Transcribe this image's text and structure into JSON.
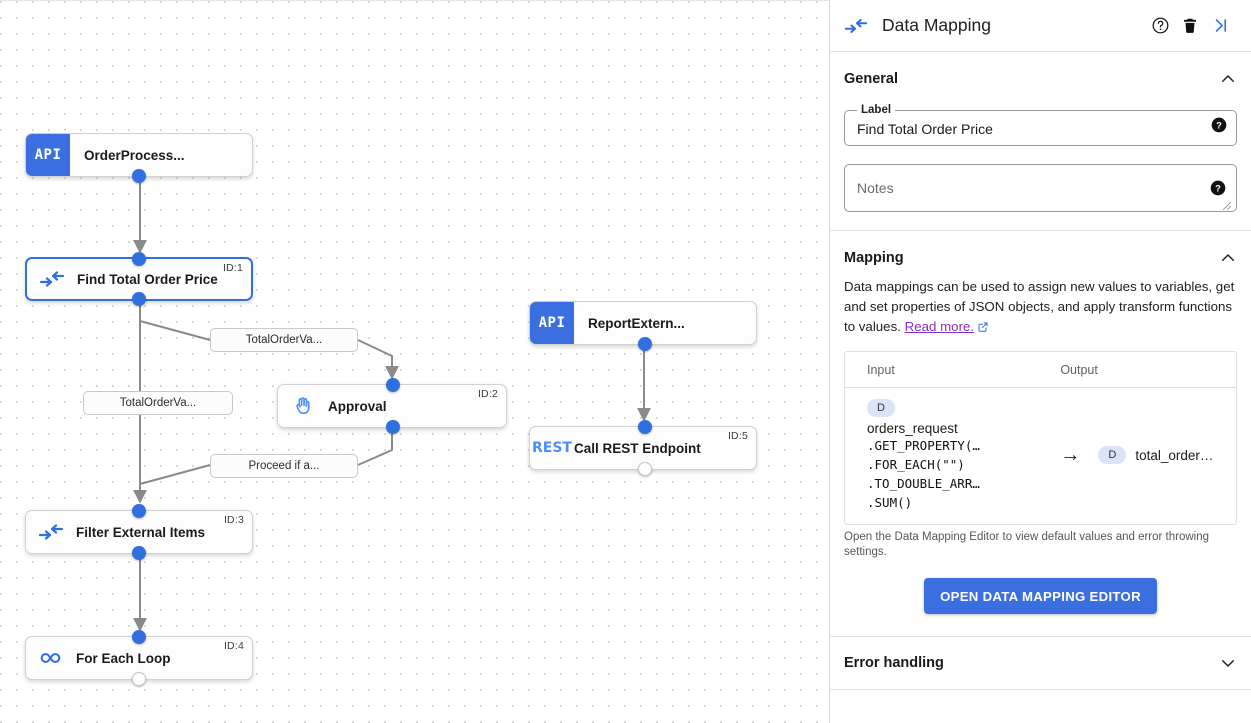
{
  "panel": {
    "header": {
      "icon": "data-mapping-icon",
      "title": "Data Mapping",
      "help_icon": "help-circle-icon",
      "delete_icon": "trash-icon",
      "collapse_icon": "collapse-right-icon"
    },
    "general": {
      "title": "General",
      "chevron": "chevron-up-icon",
      "label_field": {
        "legend": "Label",
        "value": "Find Total Order Price",
        "help_icon": "help-filled-icon"
      },
      "notes_field": {
        "placeholder": "Notes",
        "help_icon": "help-filled-icon"
      }
    },
    "mapping": {
      "title": "Mapping",
      "chevron": "chevron-up-icon",
      "description": "Data mappings can be used to assign new values to variables, get and set properties of JSON objects, and apply transform functions to values.",
      "read_more": "Read more.",
      "read_more_icon": "external-link-icon",
      "table": {
        "columns": [
          "Input",
          "Output"
        ],
        "rows": [
          {
            "input_badge": "D",
            "input_name": "orders_request",
            "input_expression": [
              ".GET_PROPERTY(…",
              ".FOR_EACH(\"\")",
              ".TO_DOUBLE_ARR…",
              ".SUM()"
            ],
            "arrow": "→",
            "output_badge": "D",
            "output_name": "total_order…"
          }
        ]
      },
      "note": "Open the Data Mapping Editor to view default values and error throwing settings.",
      "button": "OPEN DATA MAPPING EDITOR"
    },
    "error_handling": {
      "title": "Error handling",
      "chevron": "chevron-down-icon"
    }
  },
  "canvas": {
    "nodes": [
      {
        "id": "",
        "title": "OrderProcess...",
        "badge": "API",
        "type": "api",
        "selected": false
      },
      {
        "id": "ID:1",
        "title": "Find Total Order Price",
        "icon": "data-mapping-icon",
        "type": "plain",
        "selected": true
      },
      {
        "id": "ID:2",
        "title": "Approval",
        "icon": "hand-icon",
        "type": "plain",
        "selected": false
      },
      {
        "id": "ID:3",
        "title": "Filter External Items",
        "icon": "data-mapping-icon",
        "type": "plain",
        "selected": false
      },
      {
        "id": "ID:4",
        "title": "For Each Loop",
        "icon": "infinity-icon",
        "type": "plain",
        "selected": false
      },
      {
        "id": "",
        "title": "ReportExtern...",
        "badge": "API",
        "type": "api",
        "selected": false
      },
      {
        "id": "ID:5",
        "title": "Call REST Endpoint",
        "badge": "REST",
        "type": "rest",
        "selected": false
      }
    ],
    "edge_labels": [
      "TotalOrderVa...",
      "TotalOrderVa...",
      "Proceed if a..."
    ]
  },
  "colors": {
    "accent": "#3b6fe0",
    "port": "#2f6fe0",
    "link": "#8a2fbe",
    "badge_bg": "#dbe3f7"
  }
}
